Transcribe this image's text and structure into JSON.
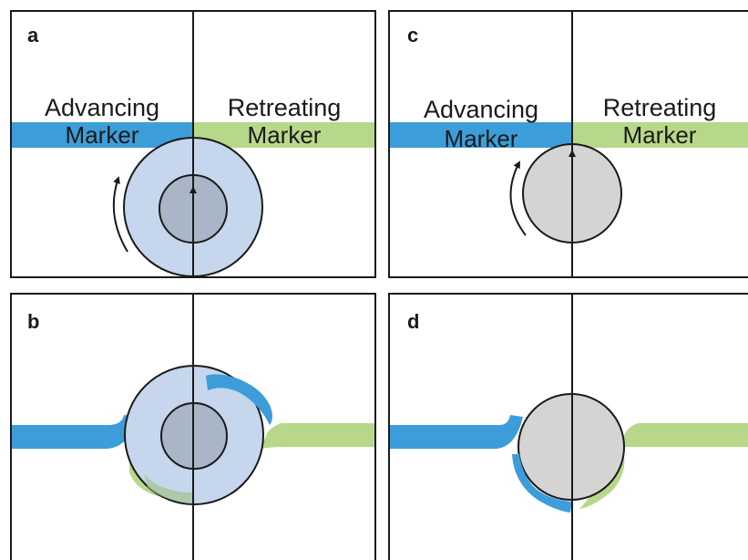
{
  "figure": {
    "panels": {
      "a": {
        "label": "a",
        "left_text": "Advancing",
        "right_text": "Retreating",
        "left_marker": "Marker",
        "right_marker": "Marker"
      },
      "b": {
        "label": "b"
      },
      "c": {
        "label": "c",
        "left_text": "Advancing",
        "right_text": "Retreating",
        "left_marker": "Marker",
        "right_marker": "Marker"
      },
      "d": {
        "label": "d"
      }
    },
    "colors": {
      "advancing_marker": "#3d9dd8",
      "retreating_marker": "#b7d88a",
      "shoulder_fill": "#c6d6ec",
      "pin_fill": "#a8b6c8",
      "plain_tool_fill": "#d4d4d4",
      "outline": "#1a1a1a"
    }
  }
}
